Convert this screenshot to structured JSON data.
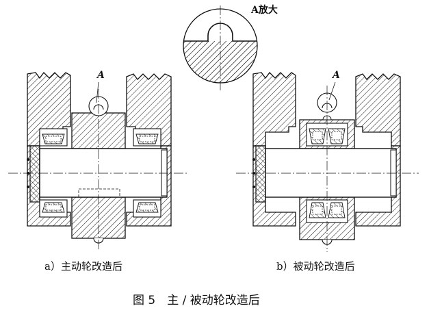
{
  "detail": {
    "label": "A放大"
  },
  "views": [
    {
      "caption": "a）主动轮改造后",
      "callout": "A"
    },
    {
      "caption": "b）被动轮改造后",
      "callout": "A"
    }
  ],
  "figure_caption": "图 5　主 / 被动轮改造后",
  "colors": {
    "line": "#111111",
    "background": "#ffffff"
  }
}
